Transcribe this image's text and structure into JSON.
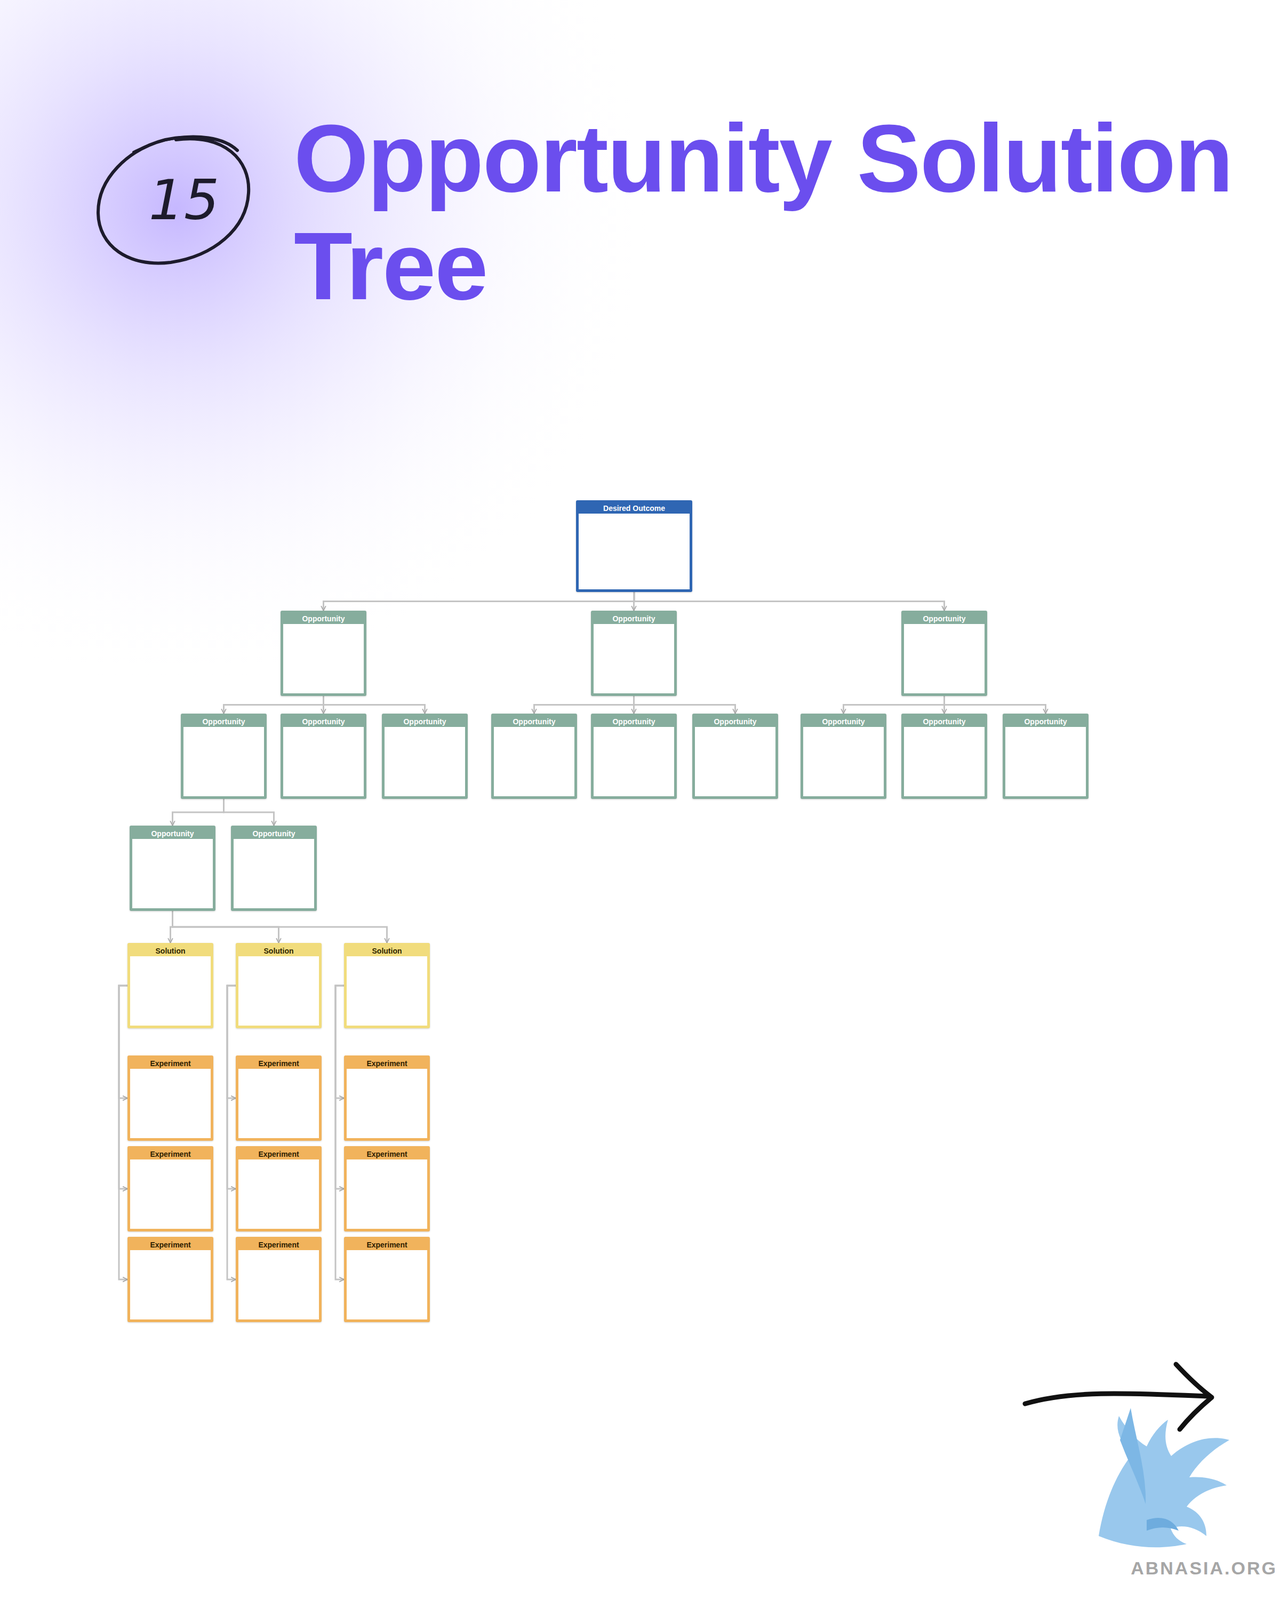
{
  "diagram": {
    "title": "Opportunity Solution Tree",
    "nodes": [
      {
        "text": [
          "Desired Outcome"
        ]
      },
      {
        "text": [
          "Opportunity"
        ]
      },
      {
        "text": [
          "Opportunity"
        ]
      },
      {
        "text": [
          "Opportunity"
        ]
      },
      {
        "text": [
          "Opportunity"
        ]
      },
      {
        "text": [
          "Opportunity"
        ]
      },
      {
        "text": [
          "Opportunity"
        ]
      },
      {
        "text": [
          "Opportunity"
        ]
      },
      {
        "text": [
          "Opportunity"
        ]
      },
      {
        "text": [
          "Opportunity"
        ]
      },
      {
        "text": [
          "Opportunity"
        ]
      },
      {
        "text": [
          "Opportunity"
        ]
      },
      {
        "text": [
          "Opportunity"
        ]
      },
      {
        "text": [
          "Opportunity"
        ]
      },
      {
        "text": [
          "Opportunity"
        ]
      },
      {
        "text": [
          "Solution"
        ]
      },
      {
        "text": [
          "Solution"
        ]
      },
      {
        "text": [
          "Solution"
        ]
      },
      {
        "text": [
          "Experiment"
        ]
      },
      {
        "text": [
          "Experiment"
        ]
      },
      {
        "text": [
          "Experiment"
        ]
      },
      {
        "text": [
          "Experiment"
        ]
      },
      {
        "text": [
          "Experiment"
        ]
      },
      {
        "text": [
          "Experiment"
        ]
      },
      {
        "text": [
          "Experiment"
        ]
      },
      {
        "text": [
          "Experiment"
        ]
      },
      {
        "text": [
          "Experiment"
        ]
      }
    ],
    "edges": [
      {
        "from": 0,
        "to": 1,
        "arrow": "to"
      },
      {
        "from": 0,
        "to": 2,
        "arrow": "to"
      },
      {
        "from": 0,
        "to": 3,
        "arrow": "to"
      },
      {
        "from": 1,
        "to": 4,
        "arrow": "to"
      },
      {
        "from": 1,
        "to": 5,
        "arrow": "to"
      },
      {
        "from": 1,
        "to": 6,
        "arrow": "to"
      },
      {
        "from": 2,
        "to": 7,
        "arrow": "to"
      },
      {
        "from": 2,
        "to": 8,
        "arrow": "to"
      },
      {
        "from": 2,
        "to": 9,
        "arrow": "to"
      },
      {
        "from": 3,
        "to": 10,
        "arrow": "to"
      },
      {
        "from": 3,
        "to": 11,
        "arrow": "to"
      },
      {
        "from": 3,
        "to": 12,
        "arrow": "to"
      },
      {
        "from": 4,
        "to": 13,
        "arrow": "to"
      },
      {
        "from": 4,
        "to": 14,
        "arrow": "to"
      },
      {
        "from": 13,
        "to": 15,
        "arrow": "to"
      },
      {
        "from": 13,
        "to": 16,
        "arrow": "to"
      },
      {
        "from": 13,
        "to": 17,
        "arrow": "to"
      },
      {
        "from": 15,
        "to": 18,
        "arrow": "to"
      },
      {
        "from": 15,
        "to": 21,
        "arrow": "to"
      },
      {
        "from": 15,
        "to": 24,
        "arrow": "to"
      },
      {
        "from": 16,
        "to": 19,
        "arrow": "to"
      },
      {
        "from": 16,
        "to": 22,
        "arrow": "to"
      },
      {
        "from": 16,
        "to": 25,
        "arrow": "to"
      },
      {
        "from": 17,
        "to": 20,
        "arrow": "to"
      },
      {
        "from": 17,
        "to": 23,
        "arrow": "to"
      },
      {
        "from": 17,
        "to": 26,
        "arrow": "to"
      }
    ],
    "labels": [
      "15",
      "ABNASIA.ORG"
    ]
  }
}
